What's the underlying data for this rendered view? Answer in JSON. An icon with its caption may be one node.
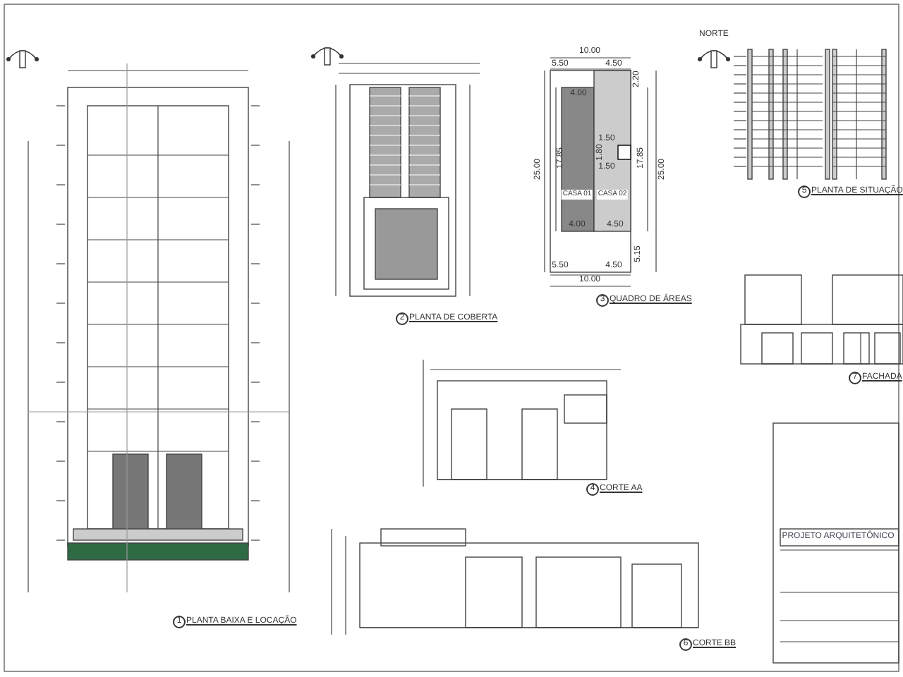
{
  "diagram": {
    "labels": [
      "NORTE",
      "10.00",
      "5.50",
      "4.50",
      "2.20",
      "4.00",
      "25.00",
      "17.85",
      "CASA 01",
      "CASA 02",
      "1.50",
      "1.80",
      "1.50",
      "17.85",
      "25.00",
      "4.00",
      "4.50",
      "5.15",
      "5.50",
      "4.50",
      "10.00",
      "1",
      "PLANTA BAIXA E LOCAÇÃO",
      "2",
      "PLANTA DE COBERTA",
      "3",
      "QUADRO DE ÁREAS",
      "4",
      "CORTE AA",
      "5",
      "PLANTA DE SITUAÇÃO",
      "6",
      "CORTE BB",
      "7",
      "FACHADA",
      "PROJETO ARQUITETÔNICO"
    ]
  }
}
